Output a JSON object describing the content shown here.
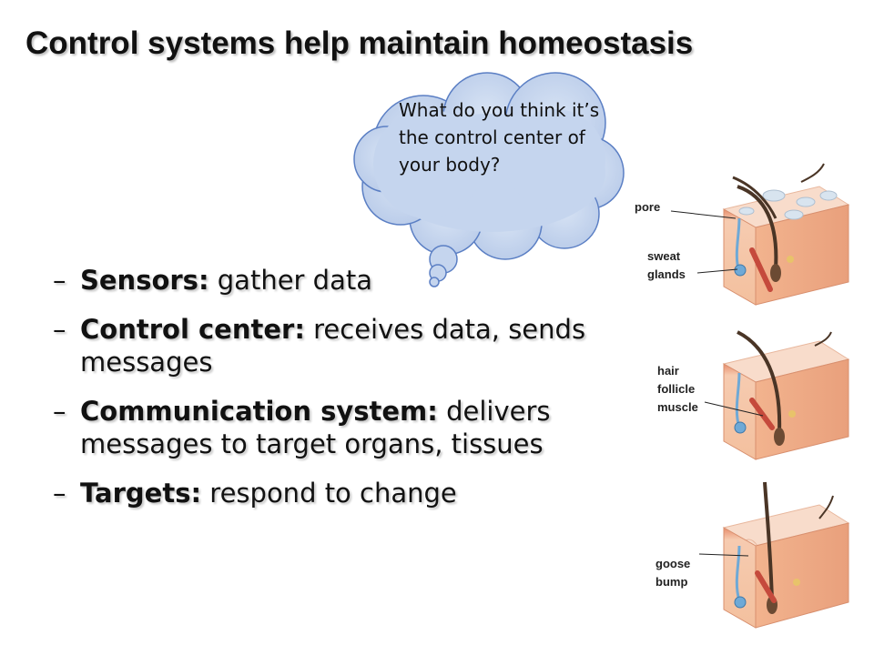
{
  "slide": {
    "title": "Control systems help maintain homeostasis"
  },
  "bullets": [
    {
      "dash": "–",
      "term": "Sensors:",
      "text": " gather data"
    },
    {
      "dash": "–",
      "term": "Control center:",
      "text": " receives data, sends messages"
    },
    {
      "dash": "–",
      "term": "Communication system:",
      "text": " delivers messages to target organs, tissues"
    },
    {
      "dash": "–",
      "term": "Targets:",
      "text": " respond to change"
    }
  ],
  "thought_bubble": {
    "text": "What do you think it’s the control center of your body?",
    "fill_color": "#c5d5ee",
    "stroke_color": "#5b7fc4"
  },
  "skin_labels": {
    "pore": "pore",
    "sweat_glands": "sweat\nglands",
    "hair_follicle_muscle": "hair\nfollicle\nmuscle",
    "goose_bump": "goose\nbump"
  },
  "colors": {
    "skin_top": "#f6d6c4",
    "skin_side": "#f0b896",
    "dermis": "#f7c3a2",
    "epidermis": "#e89a7a",
    "hair": "#4a3526",
    "gland": "#6fa9d6",
    "muscle": "#c54a3c"
  }
}
